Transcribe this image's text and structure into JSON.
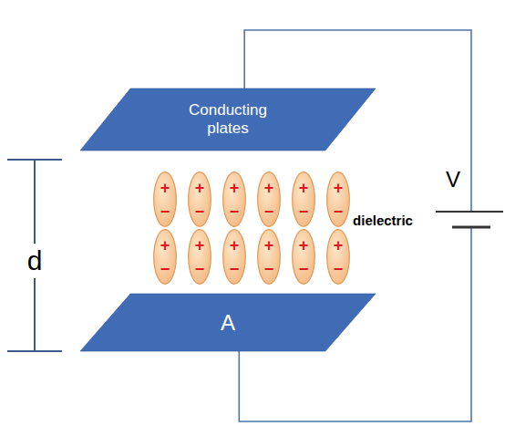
{
  "diagram": {
    "nodes": [
      {
        "text": [
          "Conducting plates"
        ]
      },
      {
        "text": [
          "+",
          "−"
        ]
      },
      {
        "text": [
          "+",
          "−"
        ]
      },
      {
        "text": [
          "+",
          "−"
        ]
      },
      {
        "text": [
          "+",
          "−"
        ]
      },
      {
        "text": [
          "+",
          "−"
        ]
      },
      {
        "text": [
          "+",
          "−"
        ]
      },
      {
        "text": [
          "+",
          "−"
        ]
      },
      {
        "text": [
          "+",
          "−"
        ]
      },
      {
        "text": [
          "+",
          "−"
        ]
      },
      {
        "text": [
          "+",
          "−"
        ]
      },
      {
        "text": [
          "+",
          "−"
        ]
      },
      {
        "text": [
          "+",
          "−"
        ]
      },
      {
        "text": [
          "A"
        ]
      }
    ],
    "edges": [
      {
        "from": 0,
        "to": 13,
        "arrow": "none"
      }
    ],
    "labels": [
      "d",
      "dielectric",
      "V"
    ]
  }
}
